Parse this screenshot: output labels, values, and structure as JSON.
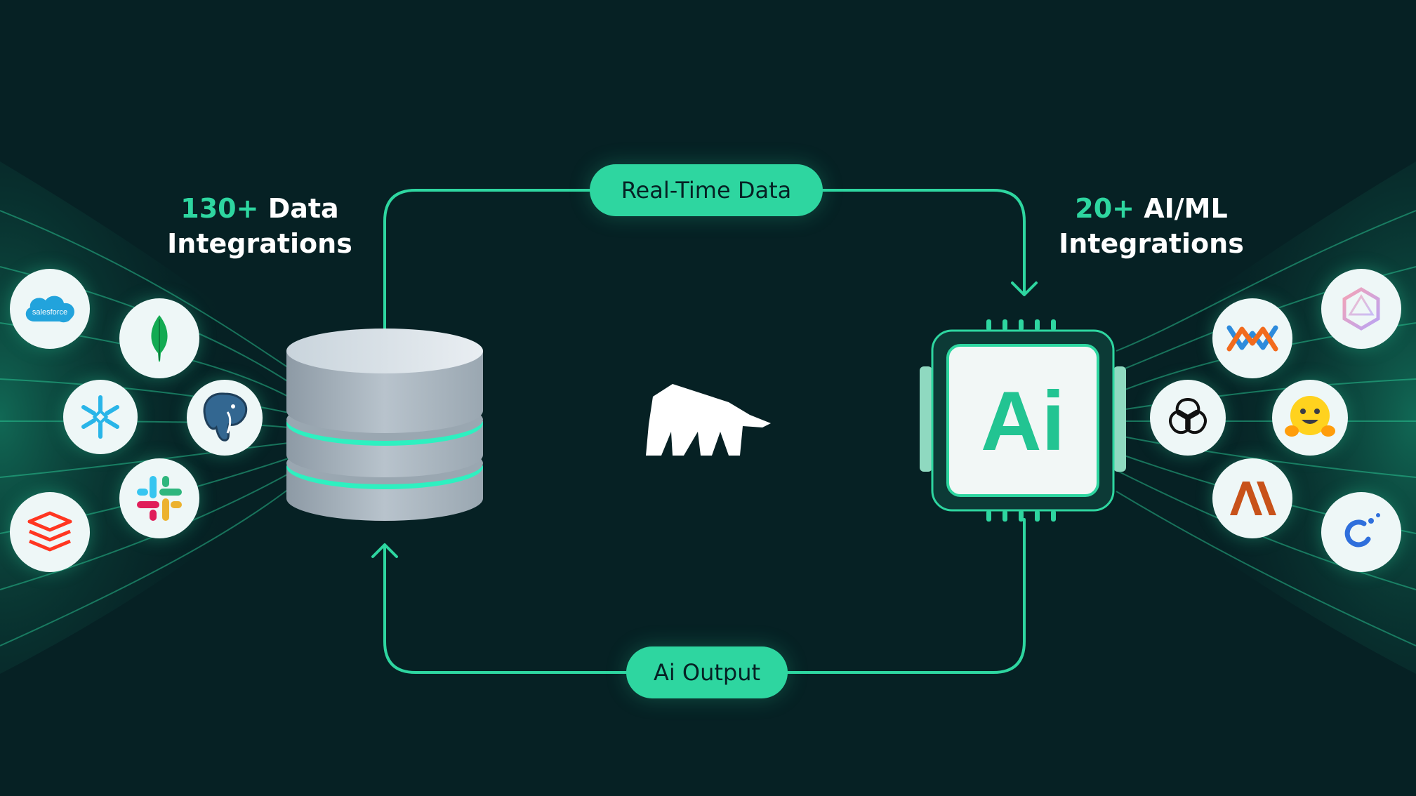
{
  "left_heading": {
    "accent": "130+",
    "rest_line1": " Data",
    "line2": "Integrations"
  },
  "right_heading": {
    "accent": "20+",
    "rest_line1": " AI/ML",
    "line2": "Integrations"
  },
  "flow": {
    "top_label": "Real-Time Data",
    "bottom_label": "Ai Output"
  },
  "chip": {
    "label": "Ai"
  },
  "center_logo": {
    "icon": "polar-bear-icon"
  },
  "data_sources": [
    {
      "name": "Salesforce",
      "text": "salesforce",
      "icon": "salesforce-icon"
    },
    {
      "name": "MongoDB",
      "icon": "mongodb-leaf-icon"
    },
    {
      "name": "Snowflake",
      "icon": "snowflake-icon"
    },
    {
      "name": "PostgreSQL",
      "icon": "postgresql-elephant-icon"
    },
    {
      "name": "Databricks",
      "icon": "databricks-icon"
    },
    {
      "name": "Slack",
      "icon": "slack-icon"
    }
  ],
  "ai_sources": [
    {
      "name": "Hexagon AI",
      "icon": "hexagon-icon"
    },
    {
      "name": "Weaviate",
      "icon": "weaviate-icon"
    },
    {
      "name": "OpenAI",
      "icon": "openai-icon"
    },
    {
      "name": "Hugging Face",
      "icon": "hugging-face-icon"
    },
    {
      "name": "Anthropic",
      "icon": "anthropic-icon"
    },
    {
      "name": "Replicate",
      "icon": "replicate-icon"
    }
  ],
  "colors": {
    "background": "#062124",
    "accent": "#2ed6a0",
    "white": "#ffffff"
  }
}
